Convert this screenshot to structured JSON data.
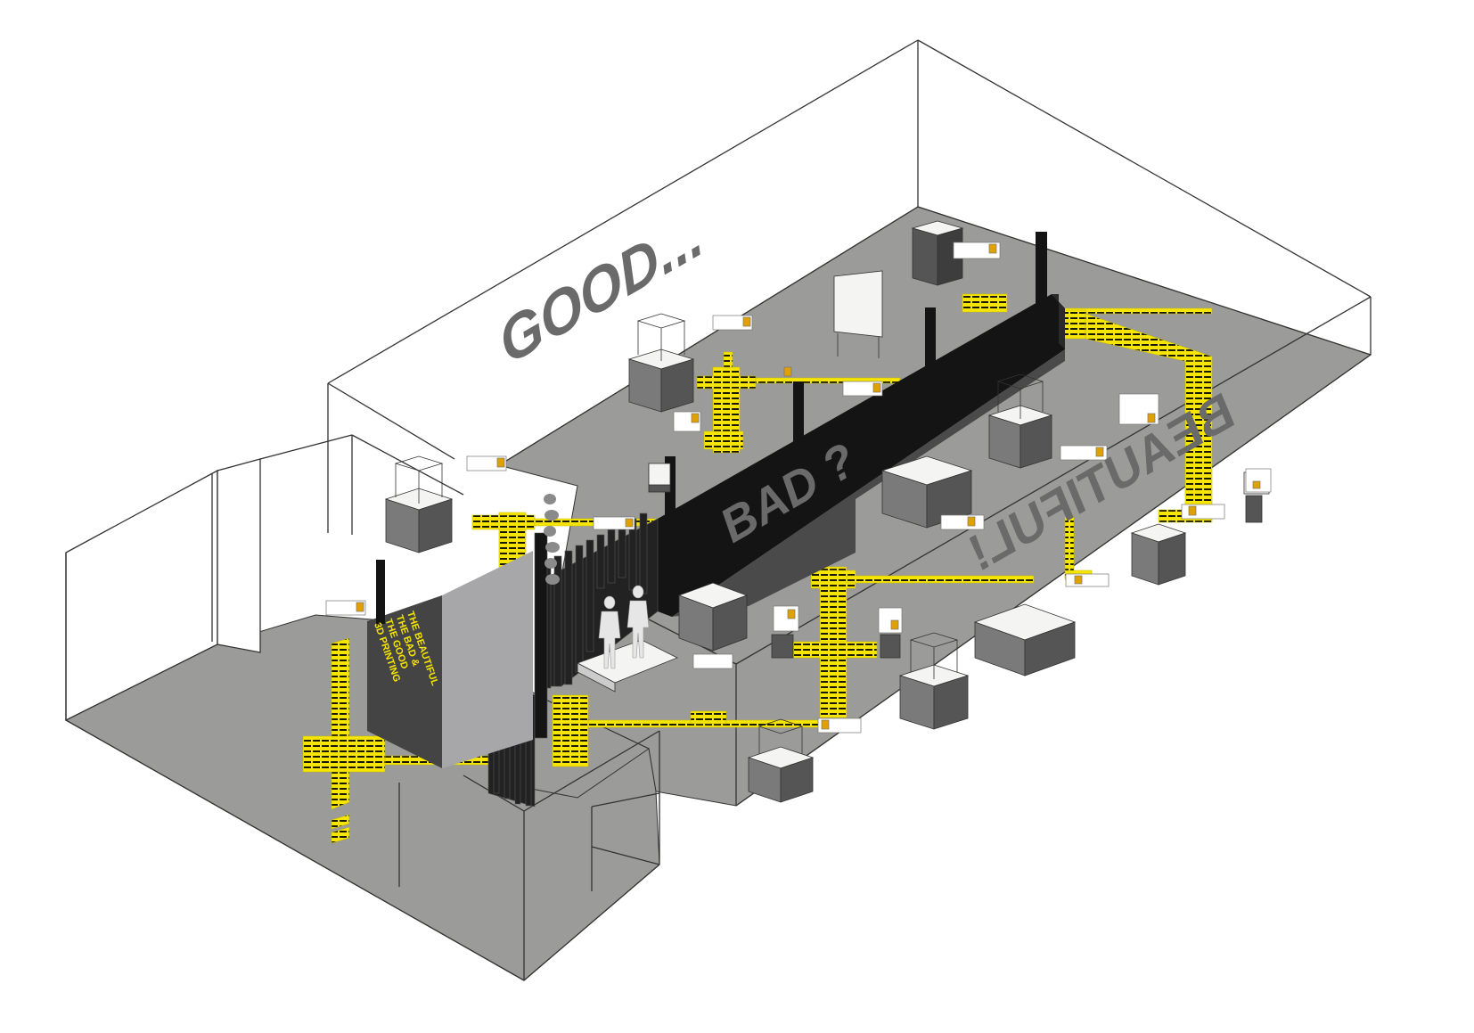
{
  "diagram": {
    "wall_text_good": "GOOD...",
    "wall_text_bad": "BAD ?",
    "floor_text_beautiful": "BEAUTIFUL!",
    "entrance_sign": {
      "line1": "3D PRINTING",
      "line2": "THE GOOD",
      "line3": "THE BAD &",
      "line4": "THE BEAUTIFUL"
    }
  },
  "colors": {
    "floor": "#9b9b99",
    "wall_line": "#333333",
    "black_wall": "#141414",
    "path_yellow": "#f5e500",
    "plinth_top": "#f4f4f2",
    "plinth_side": "#5a5a5a",
    "text_grey": "#6a6a6a"
  }
}
